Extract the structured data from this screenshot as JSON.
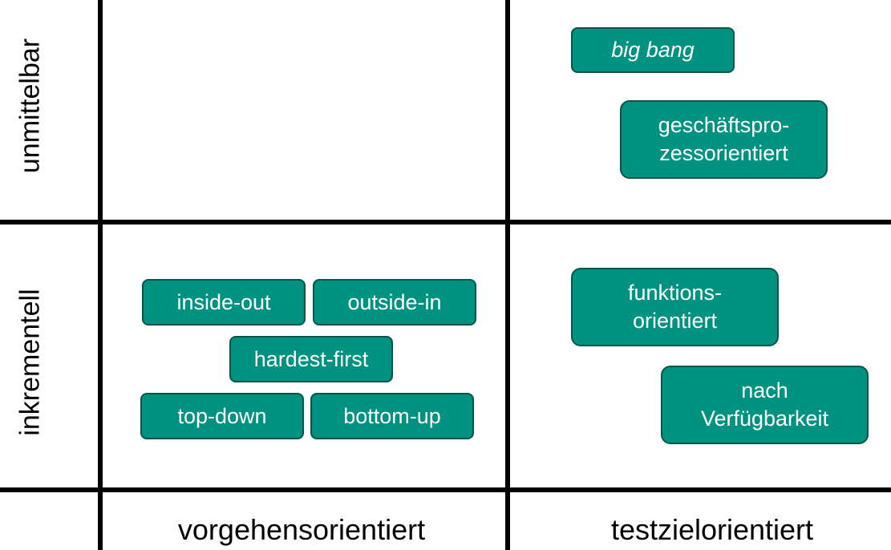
{
  "rows": {
    "top": "unmittelbar",
    "bottom": "inkrementell"
  },
  "columns": {
    "left": "vorgehensorientiert",
    "right": "testzielorientiert"
  },
  "chips": {
    "big_bang": "big bang",
    "geschaeftsprozess": [
      "geschäftspro-",
      "zessorientiert"
    ],
    "inside_out": "inside-out",
    "outside_in": "outside-in",
    "hardest_first": "hardest-first",
    "top_down": "top-down",
    "bottom_up": "bottom-up",
    "funktions": [
      "funktions-",
      "orientiert"
    ],
    "verfuegbarkeit": [
      "nach",
      "Verfügbarkeit"
    ]
  },
  "colors": {
    "chip_fill": "#009280",
    "chip_border": "#00574c",
    "chip_text": "#ffffff",
    "grid": "#000000"
  }
}
